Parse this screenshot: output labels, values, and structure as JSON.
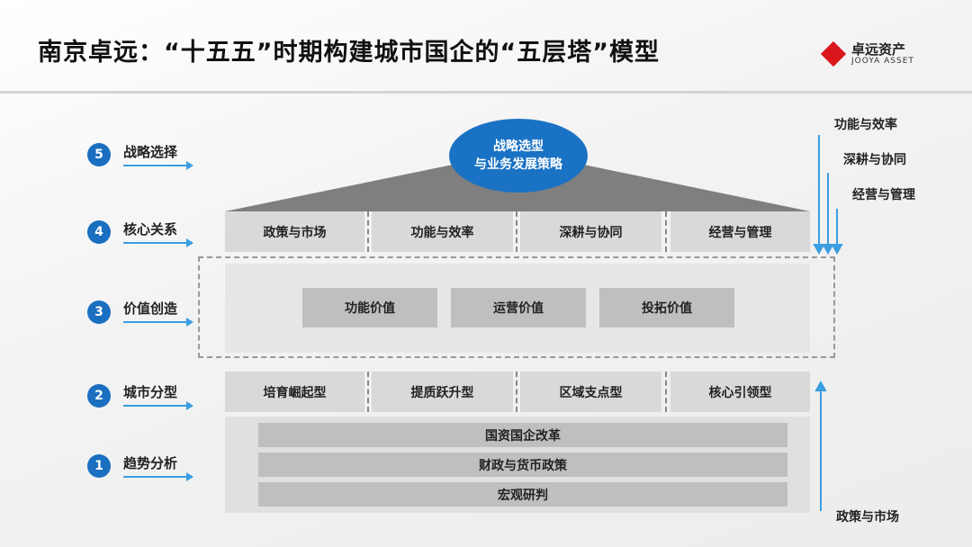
{
  "title": "南京卓远：“十五五”时期构建城市国企的“五层塔”模型",
  "logo": {
    "cn": "卓远资产",
    "en": "JOOYA ASSET"
  },
  "layers": [
    {
      "num": "5",
      "label": "战略选择"
    },
    {
      "num": "4",
      "label": "核心关系"
    },
    {
      "num": "3",
      "label": "价值创造"
    },
    {
      "num": "2",
      "label": "城市分型"
    },
    {
      "num": "1",
      "label": "趋势分析"
    }
  ],
  "top": {
    "line1": "战略选型",
    "line2": "与业务发展策略"
  },
  "relations": [
    "政策与市场",
    "功能与效率",
    "深耕与协同",
    "经营与管理"
  ],
  "values": [
    "功能价值",
    "运营价值",
    "投拓价值"
  ],
  "city_types": [
    "培育崛起型",
    "提质跃升型",
    "区域支点型",
    "核心引领型"
  ],
  "trends": [
    "国资国企改革",
    "财政与货币政策",
    "宏观研判"
  ],
  "right_labels": [
    "功能与效率",
    "深耕与协同",
    "经营与管理"
  ],
  "bottom_right_label": "政策与市场"
}
